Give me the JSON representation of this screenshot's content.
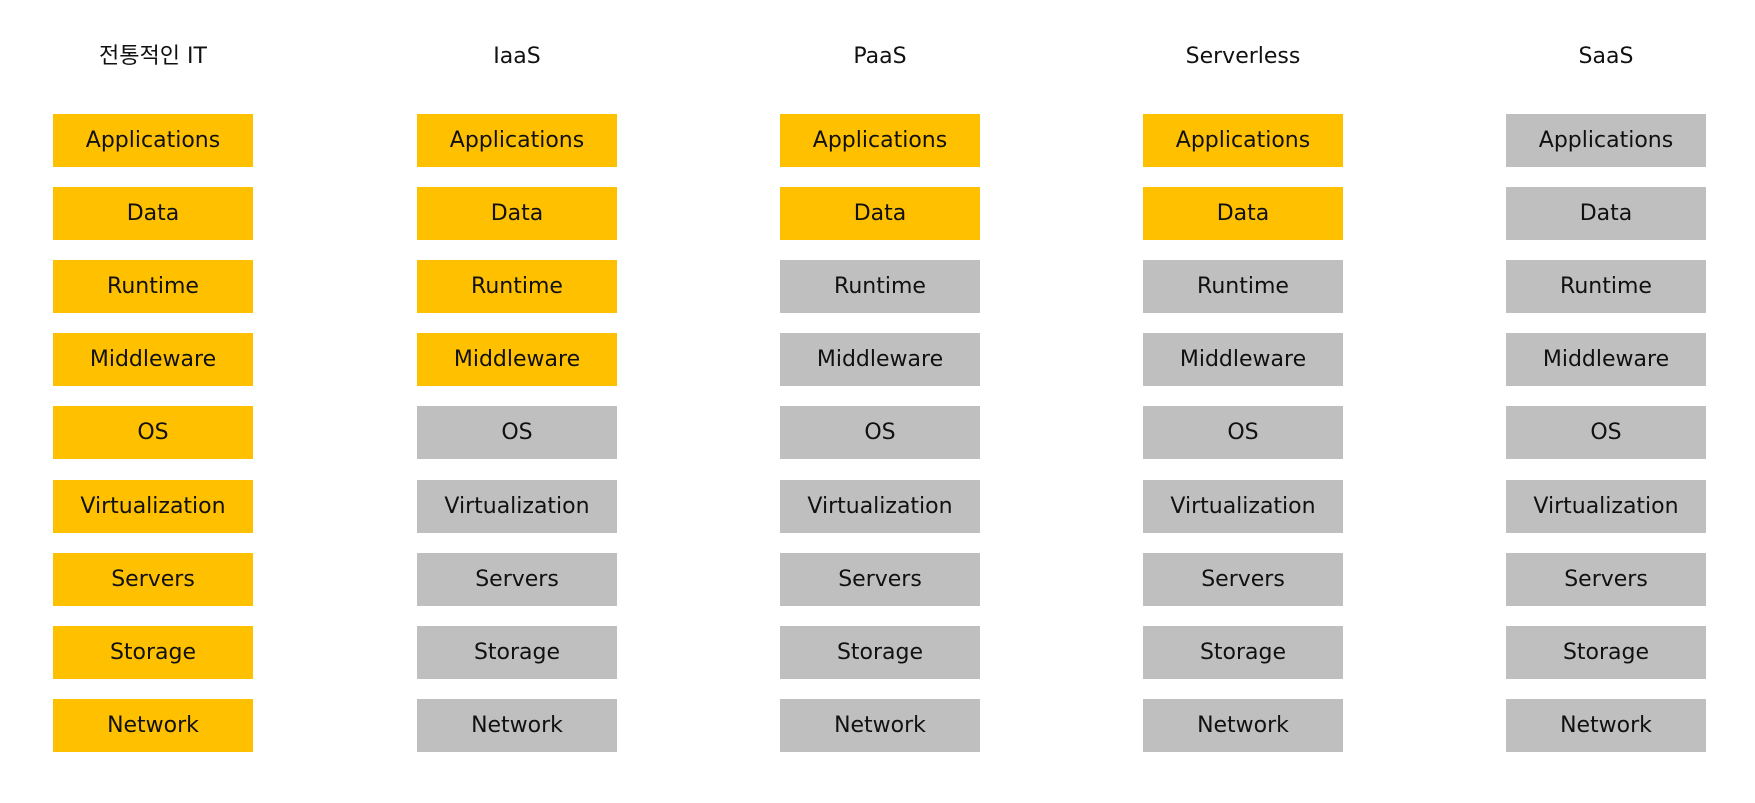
{
  "colors": {
    "managed_by_user": "#FFC000",
    "managed_by_provider": "#BFBFBF"
  },
  "columns": [
    {
      "title": "전통적인 IT",
      "layers": [
        {
          "label": "Applications",
          "managed": "user"
        },
        {
          "label": "Data",
          "managed": "user"
        },
        {
          "label": "Runtime",
          "managed": "user"
        },
        {
          "label": "Middleware",
          "managed": "user"
        },
        {
          "label": "OS",
          "managed": "user"
        },
        {
          "label": "Virtualization",
          "managed": "user"
        },
        {
          "label": "Servers",
          "managed": "user"
        },
        {
          "label": "Storage",
          "managed": "user"
        },
        {
          "label": "Network",
          "managed": "user"
        }
      ]
    },
    {
      "title": "IaaS",
      "layers": [
        {
          "label": "Applications",
          "managed": "user"
        },
        {
          "label": "Data",
          "managed": "user"
        },
        {
          "label": "Runtime",
          "managed": "user"
        },
        {
          "label": "Middleware",
          "managed": "user"
        },
        {
          "label": "OS",
          "managed": "provider"
        },
        {
          "label": "Virtualization",
          "managed": "provider"
        },
        {
          "label": "Servers",
          "managed": "provider"
        },
        {
          "label": "Storage",
          "managed": "provider"
        },
        {
          "label": "Network",
          "managed": "provider"
        }
      ]
    },
    {
      "title": "PaaS",
      "layers": [
        {
          "label": "Applications",
          "managed": "user"
        },
        {
          "label": "Data",
          "managed": "user"
        },
        {
          "label": "Runtime",
          "managed": "provider"
        },
        {
          "label": "Middleware",
          "managed": "provider"
        },
        {
          "label": "OS",
          "managed": "provider"
        },
        {
          "label": "Virtualization",
          "managed": "provider"
        },
        {
          "label": "Servers",
          "managed": "provider"
        },
        {
          "label": "Storage",
          "managed": "provider"
        },
        {
          "label": "Network",
          "managed": "provider"
        }
      ]
    },
    {
      "title": "Serverless",
      "layers": [
        {
          "label": "Applications",
          "managed": "user"
        },
        {
          "label": "Data",
          "managed": "user"
        },
        {
          "label": "Runtime",
          "managed": "provider"
        },
        {
          "label": "Middleware",
          "managed": "provider"
        },
        {
          "label": "OS",
          "managed": "provider"
        },
        {
          "label": "Virtualization",
          "managed": "provider"
        },
        {
          "label": "Servers",
          "managed": "provider"
        },
        {
          "label": "Storage",
          "managed": "provider"
        },
        {
          "label": "Network",
          "managed": "provider"
        }
      ]
    },
    {
      "title": "SaaS",
      "layers": [
        {
          "label": "Applications",
          "managed": "provider"
        },
        {
          "label": "Data",
          "managed": "provider"
        },
        {
          "label": "Runtime",
          "managed": "provider"
        },
        {
          "label": "Middleware",
          "managed": "provider"
        },
        {
          "label": "OS",
          "managed": "provider"
        },
        {
          "label": "Virtualization",
          "managed": "provider"
        },
        {
          "label": "Servers",
          "managed": "provider"
        },
        {
          "label": "Storage",
          "managed": "provider"
        },
        {
          "label": "Network",
          "managed": "provider"
        }
      ]
    }
  ]
}
